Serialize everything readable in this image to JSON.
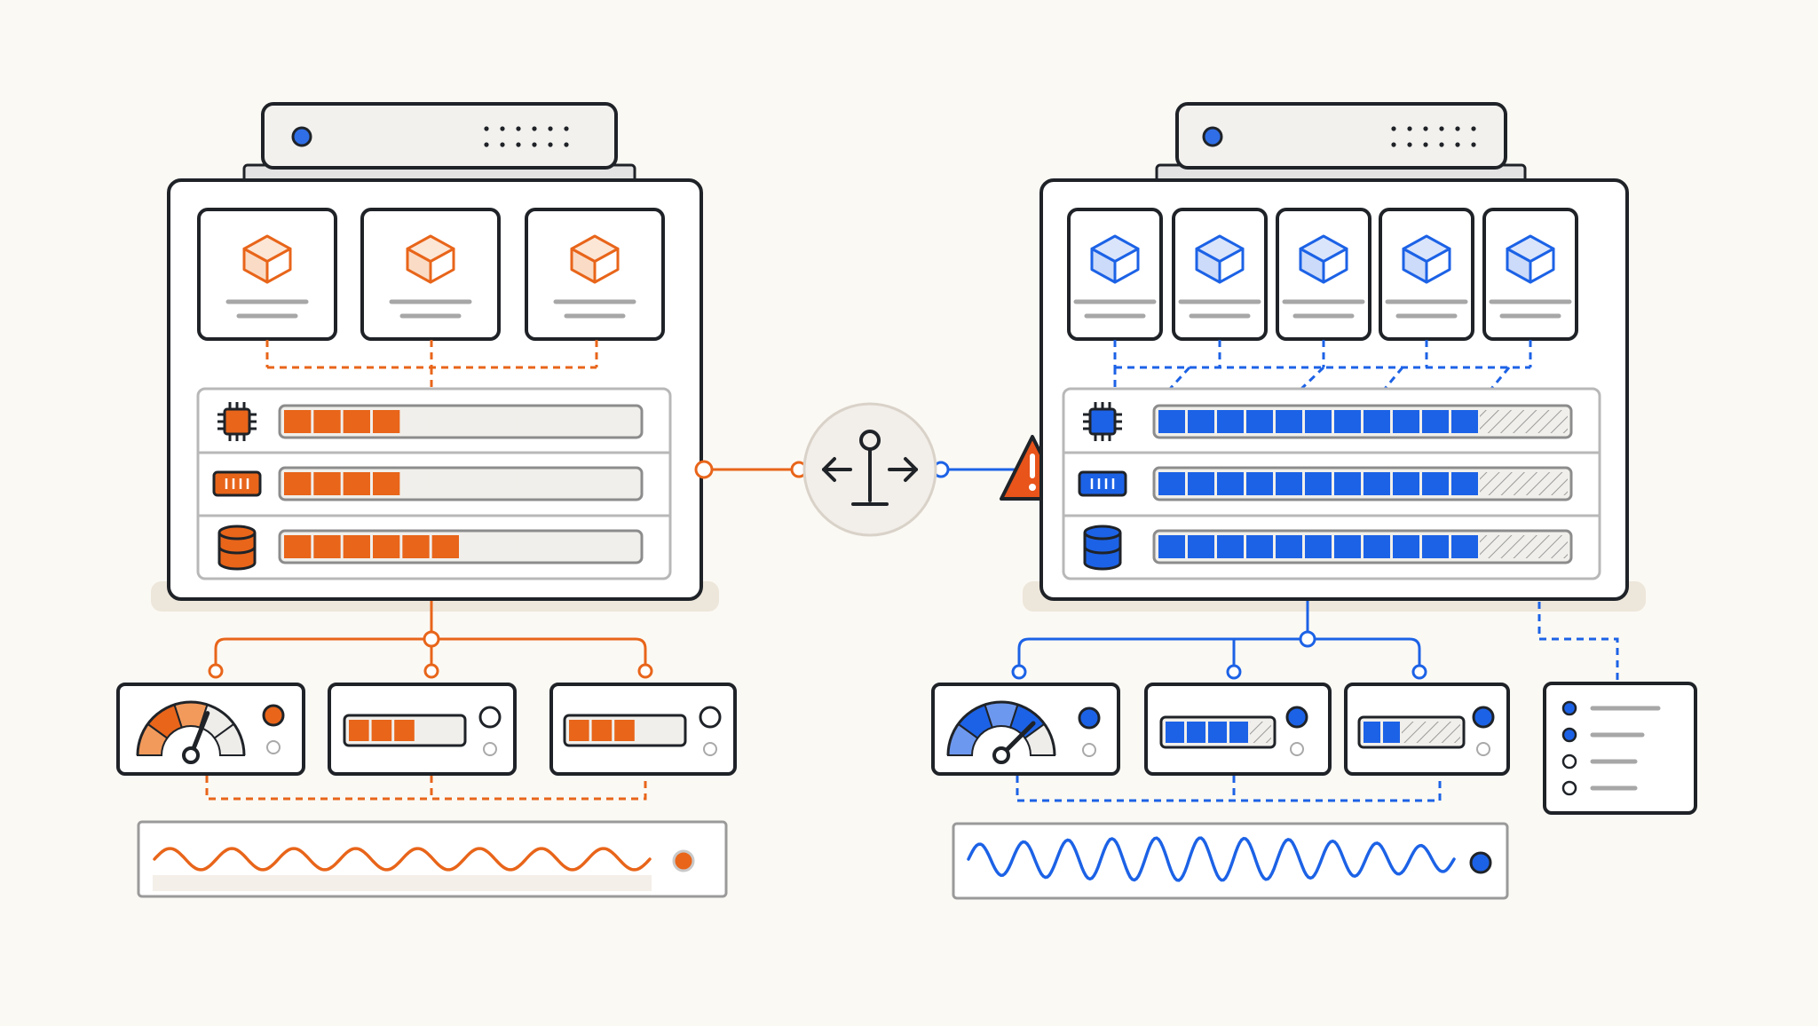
{
  "colors": {
    "background": "#fbf9f4",
    "outline": "#1f2328",
    "panel": "#ffffff",
    "chassis": "#f2f1ee",
    "chassis_shadow": "#ede6da",
    "slot_empty": "#f1efeb",
    "muted": "#a7a7a7",
    "track_line": "#c9c9c9",
    "orange": "#e8651a",
    "orange_light": "#f29a5b",
    "blue": "#1c62e6",
    "blue_light": "#6d98ef",
    "warning": "#e8541a",
    "hub_fill": "#f2eee9"
  },
  "icons": {
    "cluster_a": [
      "cube-icon",
      "cpu-chip-icon",
      "memory-module-icon",
      "database-icon",
      "gauge-icon",
      "waveform-icon",
      "status-led-icon"
    ],
    "cluster_b": [
      "cube-icon",
      "cpu-chip-icon",
      "memory-module-icon",
      "database-icon",
      "gauge-icon",
      "waveform-icon",
      "status-led-icon",
      "checklist-icon"
    ],
    "hub": "load-balancer-icon",
    "alert": "warning-triangle-icon"
  },
  "cluster_a": {
    "container_count": 3,
    "resource_fill_fractions": {
      "cpu": 0.33,
      "memory": 0.33,
      "storage": 0.5
    },
    "monitor_bar_fractions": [
      0.6,
      0.6
    ],
    "gauge_fraction": 0.62
  },
  "cluster_b": {
    "container_count": 5,
    "resource_fill_fractions": {
      "cpu": 0.75,
      "memory": 0.75,
      "storage": 0.75
    },
    "monitor_bar_fractions": [
      0.8,
      0.4
    ],
    "gauge_fraction": 0.75,
    "checklist_checked": [
      true,
      true,
      false,
      false
    ],
    "alert_active": true
  }
}
